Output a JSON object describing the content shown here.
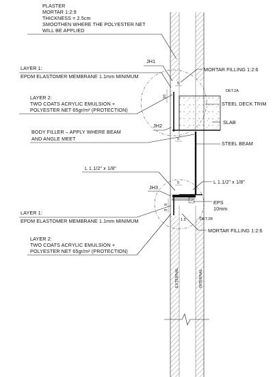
{
  "notes": {
    "plaster": [
      "PLASTER",
      "MORTAR 1:2:9",
      "THICKNESS = 2.5cm",
      "SMOOTHEN WHERE THE POLYESTER NET",
      "WILL BE APPLIED"
    ],
    "jh1": "JH1",
    "layer1_top": [
      "LAYER 1:",
      "EPDM ELASTOMER MEMBRANE 1.1mm MINIMUM"
    ],
    "mortar_filling_top": "MORTAR FILLING 1:2:6",
    "det2a": "DET.2A",
    "layer2_top": [
      "LAYER 2:",
      "TWO COATS ACRYLIC EMULSION +",
      "POLYESTER NET 65gr/m² (PROTECTION)"
    ],
    "steel_deck_trim": "STEEL DECK TRIM",
    "slab": "SLAB",
    "jh2": "JH2",
    "body_filler": [
      "BODY FILLER – APPLY WHERE BEAM",
      "AND ANGLE MEET"
    ],
    "steel_beam": "STEEL BEAM",
    "angle_left": "L 1.1/2\" x 1/8\"",
    "angle_right": "L 1.1/2\" x 1/8\"",
    "jh3": "JH3",
    "eps": [
      "EPS",
      "10mm"
    ],
    "det2b": "DET.2B",
    "layer1_bottom": [
      "LAYER 1:",
      "EPDM ELASTOMER MEMBRANE 1.1mm MINIMUM"
    ],
    "mortar_filling_bottom": "MORTAR FILLING 1:2:6",
    "layer2_bottom": [
      "LAYER 2:",
      "TWO COATS ACRYLIC EMULSION +",
      "POLYESTER NET 65gr/m² (PROTECTION)"
    ],
    "external": "EXTERNAL",
    "internal": "INTERNAL"
  },
  "dimensions": {
    "top_10": "10",
    "top_5a": "5",
    "top_5b": "5",
    "bottom_5": "5",
    "bottom_8": "8",
    "bottom_9": "9",
    "bottom_15": "1.5"
  }
}
